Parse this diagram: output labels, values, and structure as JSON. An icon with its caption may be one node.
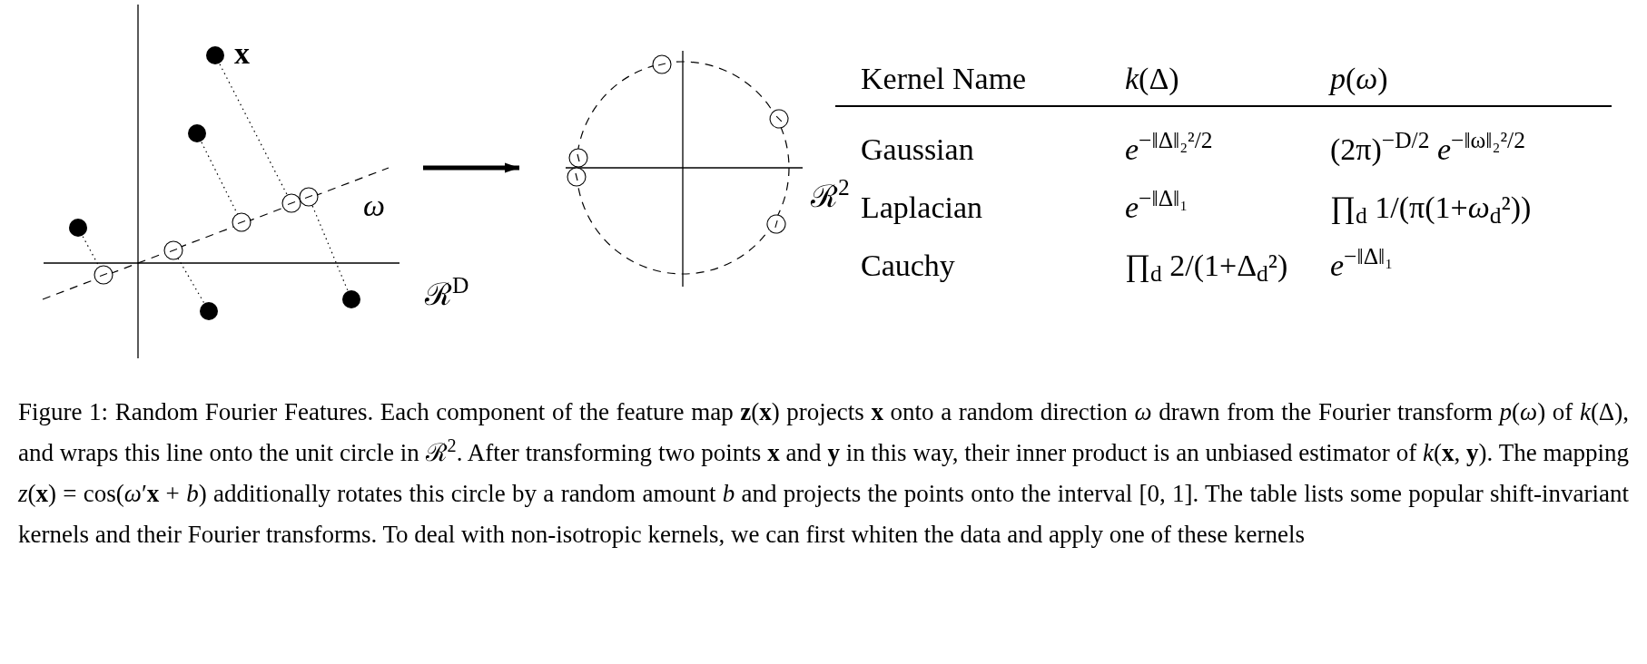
{
  "diagram": {
    "caption": "Figure 1: Random Fourier Features. Each component of the feature map **z**(**x**) projects **x** onto a random direction *ω* drawn from the Fourier transform *p*(*ω*) of *k*(Δ), and wraps this line onto the unit circle in ℛ$^{2}$. After transforming two points **x** and **y** in this way, their inner product is an unbiased estimator of *k*(**x**, **y**). The mapping *z*(**x**) = cos(*ω*′**x** + *b*) additionally rotates this circle by a random amount *b* and projects the points onto the interval [0, 1]. The table lists some popular shift-invariant kernels and their Fourier transforms. To deal with non-isotropic kernels, we can first whiten the data and apply one of these kernels",
    "nodes": [
      {
        "text": [],
        "shape": "picture",
        "beside": [
          "ℛ$^{D}$"
        ]
      },
      {
        "text": [],
        "shape": "picture",
        "beside": [
          "ℛ$^{2}$"
        ]
      }
    ],
    "edges": [
      {
        "from": 0,
        "to": 1,
        "arrow": "to"
      }
    ],
    "labels": [
      "**x**",
      "*ω*",
      "Kernel Name",
      "*k*(Δ)",
      "*p*(*ω*)",
      "Gaussian",
      "*e*$^{−‖Δ‖₂²/2}$",
      "(2π)$^{−D/2}$ *e*$^{−‖ω‖₂²/2}$",
      "Laplacian",
      "*e*$^{−‖Δ‖₁}$",
      "∏$_{d}$ 1/(π(1+*ω*$_{d}$²))",
      "Cauchy",
      "∏$_{d}$ 2/(1+Δ$_{d}$²)",
      "*e*$^{−‖Δ‖₁}$"
    ]
  }
}
